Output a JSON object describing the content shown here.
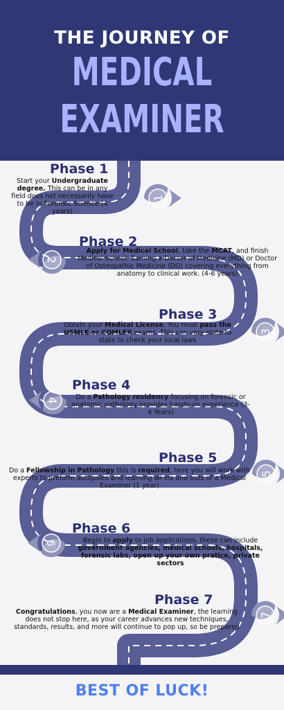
{
  "header": {
    "line1": "THE JOURNEY OF",
    "line2": "MEDICAL",
    "line3": "EXAMINER"
  },
  "colors": {
    "header_bg": "#2f3775",
    "accent_light": "#a9b2ff",
    "road": "#585d95",
    "pin": "#8e92b8",
    "title": "#2a2f70",
    "footer_text": "#4f7ff0"
  },
  "markers": [
    "1",
    "2",
    "3",
    "4",
    "5",
    "6",
    "7"
  ],
  "phases": [
    {
      "title": "Phase 1",
      "parts": [
        "Start your ",
        "Undergraduate degree.",
        " This can be in any field does not necessarily have to be in Forensic Science (4 years)"
      ]
    },
    {
      "title": "Phase 2",
      "parts": [
        "Apply for Medical School",
        ", take the ",
        "MCAT",
        ", and finish Medical School. Earning a Doctor of Medicine (MD) or Doctor of Osteopathic Medicine (DO) covering everything from anatomy to clinical work. (4-6 years)"
      ]
    },
    {
      "title": "Phase 3",
      "parts": [
        "Obtain your ",
        "Medical License",
        ". You must ",
        "pass the USMLE or COMLEX",
        " exams. This can vary state to state to check your local laws"
      ]
    },
    {
      "title": "Phase 4",
      "parts": [
        "Do a ",
        "Pathology residency",
        " focusing on forensic or anatomic pathology provides hands-on experience (3-4 Years)"
      ]
    },
    {
      "title": "Phase 5",
      "parts": [
        "Do a ",
        "Fellowship in Pathology",
        " this is ",
        "required",
        ", here you will work with experts to preform autopsies and learning all ins and outs of a Medical Examiner  (1 year)"
      ]
    },
    {
      "title": "Phase 6",
      "parts": [
        "Begin to ",
        "apply",
        " to job applications, these can include ",
        "government agencies, medical schools, hospitals, forensic labs, open up your own pratice, private sectors"
      ]
    },
    {
      "title": "Phase 7",
      "parts": [
        "Congratulations",
        ", you now are a ",
        "Medical Examiner",
        ", the learning does not stop here, as your career advances new techniques, standards, results, and more will continue to pop up, so be prepared"
      ]
    }
  ],
  "footer": {
    "text": "BEST OF LUCK!"
  }
}
